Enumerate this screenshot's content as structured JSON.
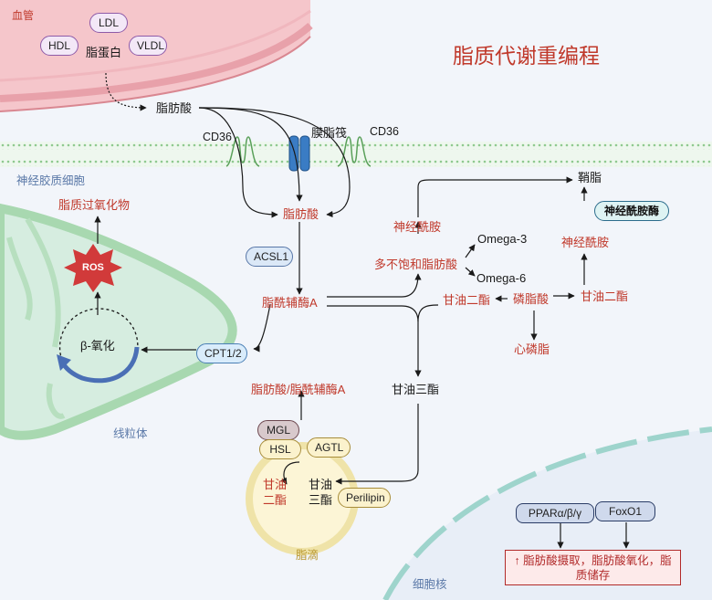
{
  "title": "脂质代谢重编程",
  "regions": {
    "vessel": "血管",
    "glia": "神经胶质细胞",
    "mitochondria": "线粒体",
    "lipid_droplet": "脂滴",
    "nucleus": "细胞核"
  },
  "lipoproteins": {
    "ldl": "LDL",
    "hdl": "HDL",
    "vldl": "VLDL",
    "label": "脂蛋白"
  },
  "membrane": {
    "cd36_left": "CD36",
    "cd36_right": "CD36",
    "raft": "膜脂筏"
  },
  "nodes": {
    "fa_blood": "脂肪酸",
    "fa_cell": "脂肪酸",
    "acyl_coa": "脂酰辅酶A",
    "fa_acyl_coa": "脂肪酸/脂酰辅酶A",
    "lipid_peroxide": "脂质过氧化物",
    "beta_oxidation": "β-氧化",
    "sphingosine": "神经酰胺",
    "pufa": "多不饱和脂肪酸",
    "omega3": "Omega-3",
    "omega6": "Omega-6",
    "sphingolipid": "鞘脂",
    "ceramide2": "神经酰胺",
    "dag1": "甘油二酯",
    "pa": "磷脂酸",
    "dag2": "甘油二酯",
    "phospholipid": "心磷脂",
    "tag": "甘油三酯",
    "ld_dag": "甘油二酯",
    "ld_tag": "甘油三酯"
  },
  "enzymes": {
    "acsl1": "ACSL1",
    "cpt1": "CPT1/2",
    "ros": "ROS",
    "ceramidase": "神经酰胺酶",
    "mgl": "MGL",
    "hsl": "HSL",
    "agtl": "AGTL",
    "perilipin": "Perilipin",
    "ppar": "PPARα/β/γ",
    "foxo1": "FoxO1"
  },
  "outcome": "↑ 脂肪酸摄取，脂肪酸氧化，脂质储存",
  "colors": {
    "title": "#c0392b",
    "node_red": "#c0392b",
    "vessel": "#f5c6cb",
    "membrane": "#8fc98f",
    "mitochondria": "#a8d8b0",
    "droplet": "#fbf2cd",
    "nucleus": "#9ed4cc"
  }
}
